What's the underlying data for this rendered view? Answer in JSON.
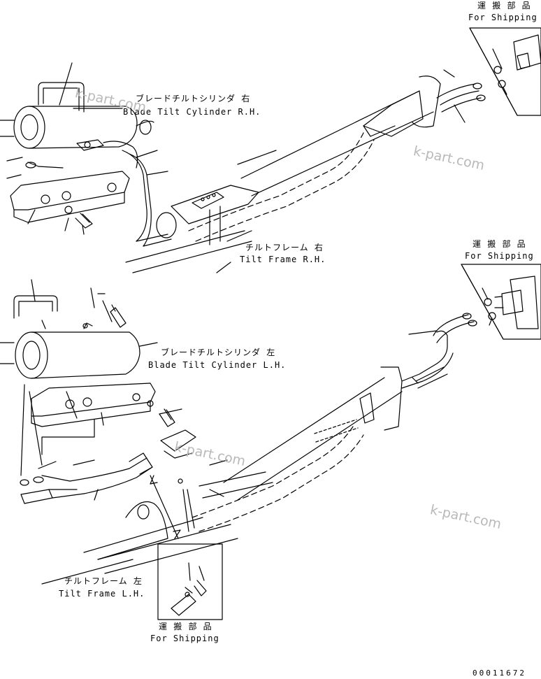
{
  "labels": {
    "blade_tilt_rh_jp": "ブレードチルトシリンダ 右",
    "blade_tilt_rh_en": "Blade Tilt Cylinder R.H.",
    "blade_tilt_lh_jp": "ブレードチルトシリンダ 左",
    "blade_tilt_lh_en": "Blade Tilt Cylinder L.H.",
    "tilt_frame_rh_jp": "チルトフレーム 右",
    "tilt_frame_rh_en": "Tilt Frame R.H.",
    "tilt_frame_lh_jp": "チルトフレーム 左",
    "tilt_frame_lh_en": "Tilt Frame L.H.",
    "shipping_top_jp": "運 搬 部 品",
    "shipping_top_en": "For Shipping",
    "shipping_mid_jp": "運 搬 部 品",
    "shipping_mid_en": "For Shipping",
    "shipping_bottom_jp": "運 搬 部 品",
    "shipping_bottom_en": "For Shipping"
  },
  "watermarks": [
    "k-part.com",
    "k-part.com",
    "k-part.com",
    "k-part.com"
  ],
  "drawing_number": "00011672",
  "colors": {
    "line": "#000000",
    "watermark": "#b9b9b9",
    "background": "#ffffff"
  }
}
